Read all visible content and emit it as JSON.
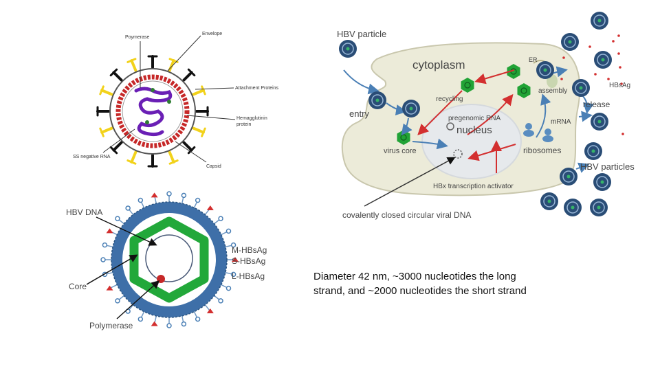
{
  "virion_diagram": {
    "labels": {
      "polymerase": "Poymerase",
      "envelope": "Envelope",
      "attachment": "Attachment Proteins",
      "hemagglutinin_1": "Hemagglutinin",
      "hemagglutinin_2": "protein",
      "rna": "SS negative RNA",
      "capsid": "Capsid"
    }
  },
  "hbv_structure": {
    "labels": {
      "dna": "HBV DNA",
      "m_hbsag": "M-HBsAg",
      "s_hbsag": "S-HBsAg",
      "l_hbsag": "L-HBsAg",
      "core": "Core",
      "polymerase": "Polymerase"
    }
  },
  "lifecycle": {
    "labels": {
      "particle": "HBV particle",
      "cytoplasm": "cytoplasm",
      "er": "ER",
      "hbsag": "HBsAg",
      "assembly": "assembly",
      "recycling": "recycling",
      "release": "release",
      "entry": "entry",
      "pgrna": "pregenomic RNA",
      "nucleus": "nucleus",
      "mrna": "mRNA",
      "virus_core": "virus core",
      "ribosomes": "ribosomes",
      "particles": "HBV particles",
      "hbx": "HBx transcription activator",
      "cccdna": "covalently closed circular viral DNA"
    }
  },
  "caption": {
    "line1": "Diameter 42 nm,  ~3000 nucleotides the long",
    "line2": "strand, and   ~2000 nucleotides the short strand"
  }
}
